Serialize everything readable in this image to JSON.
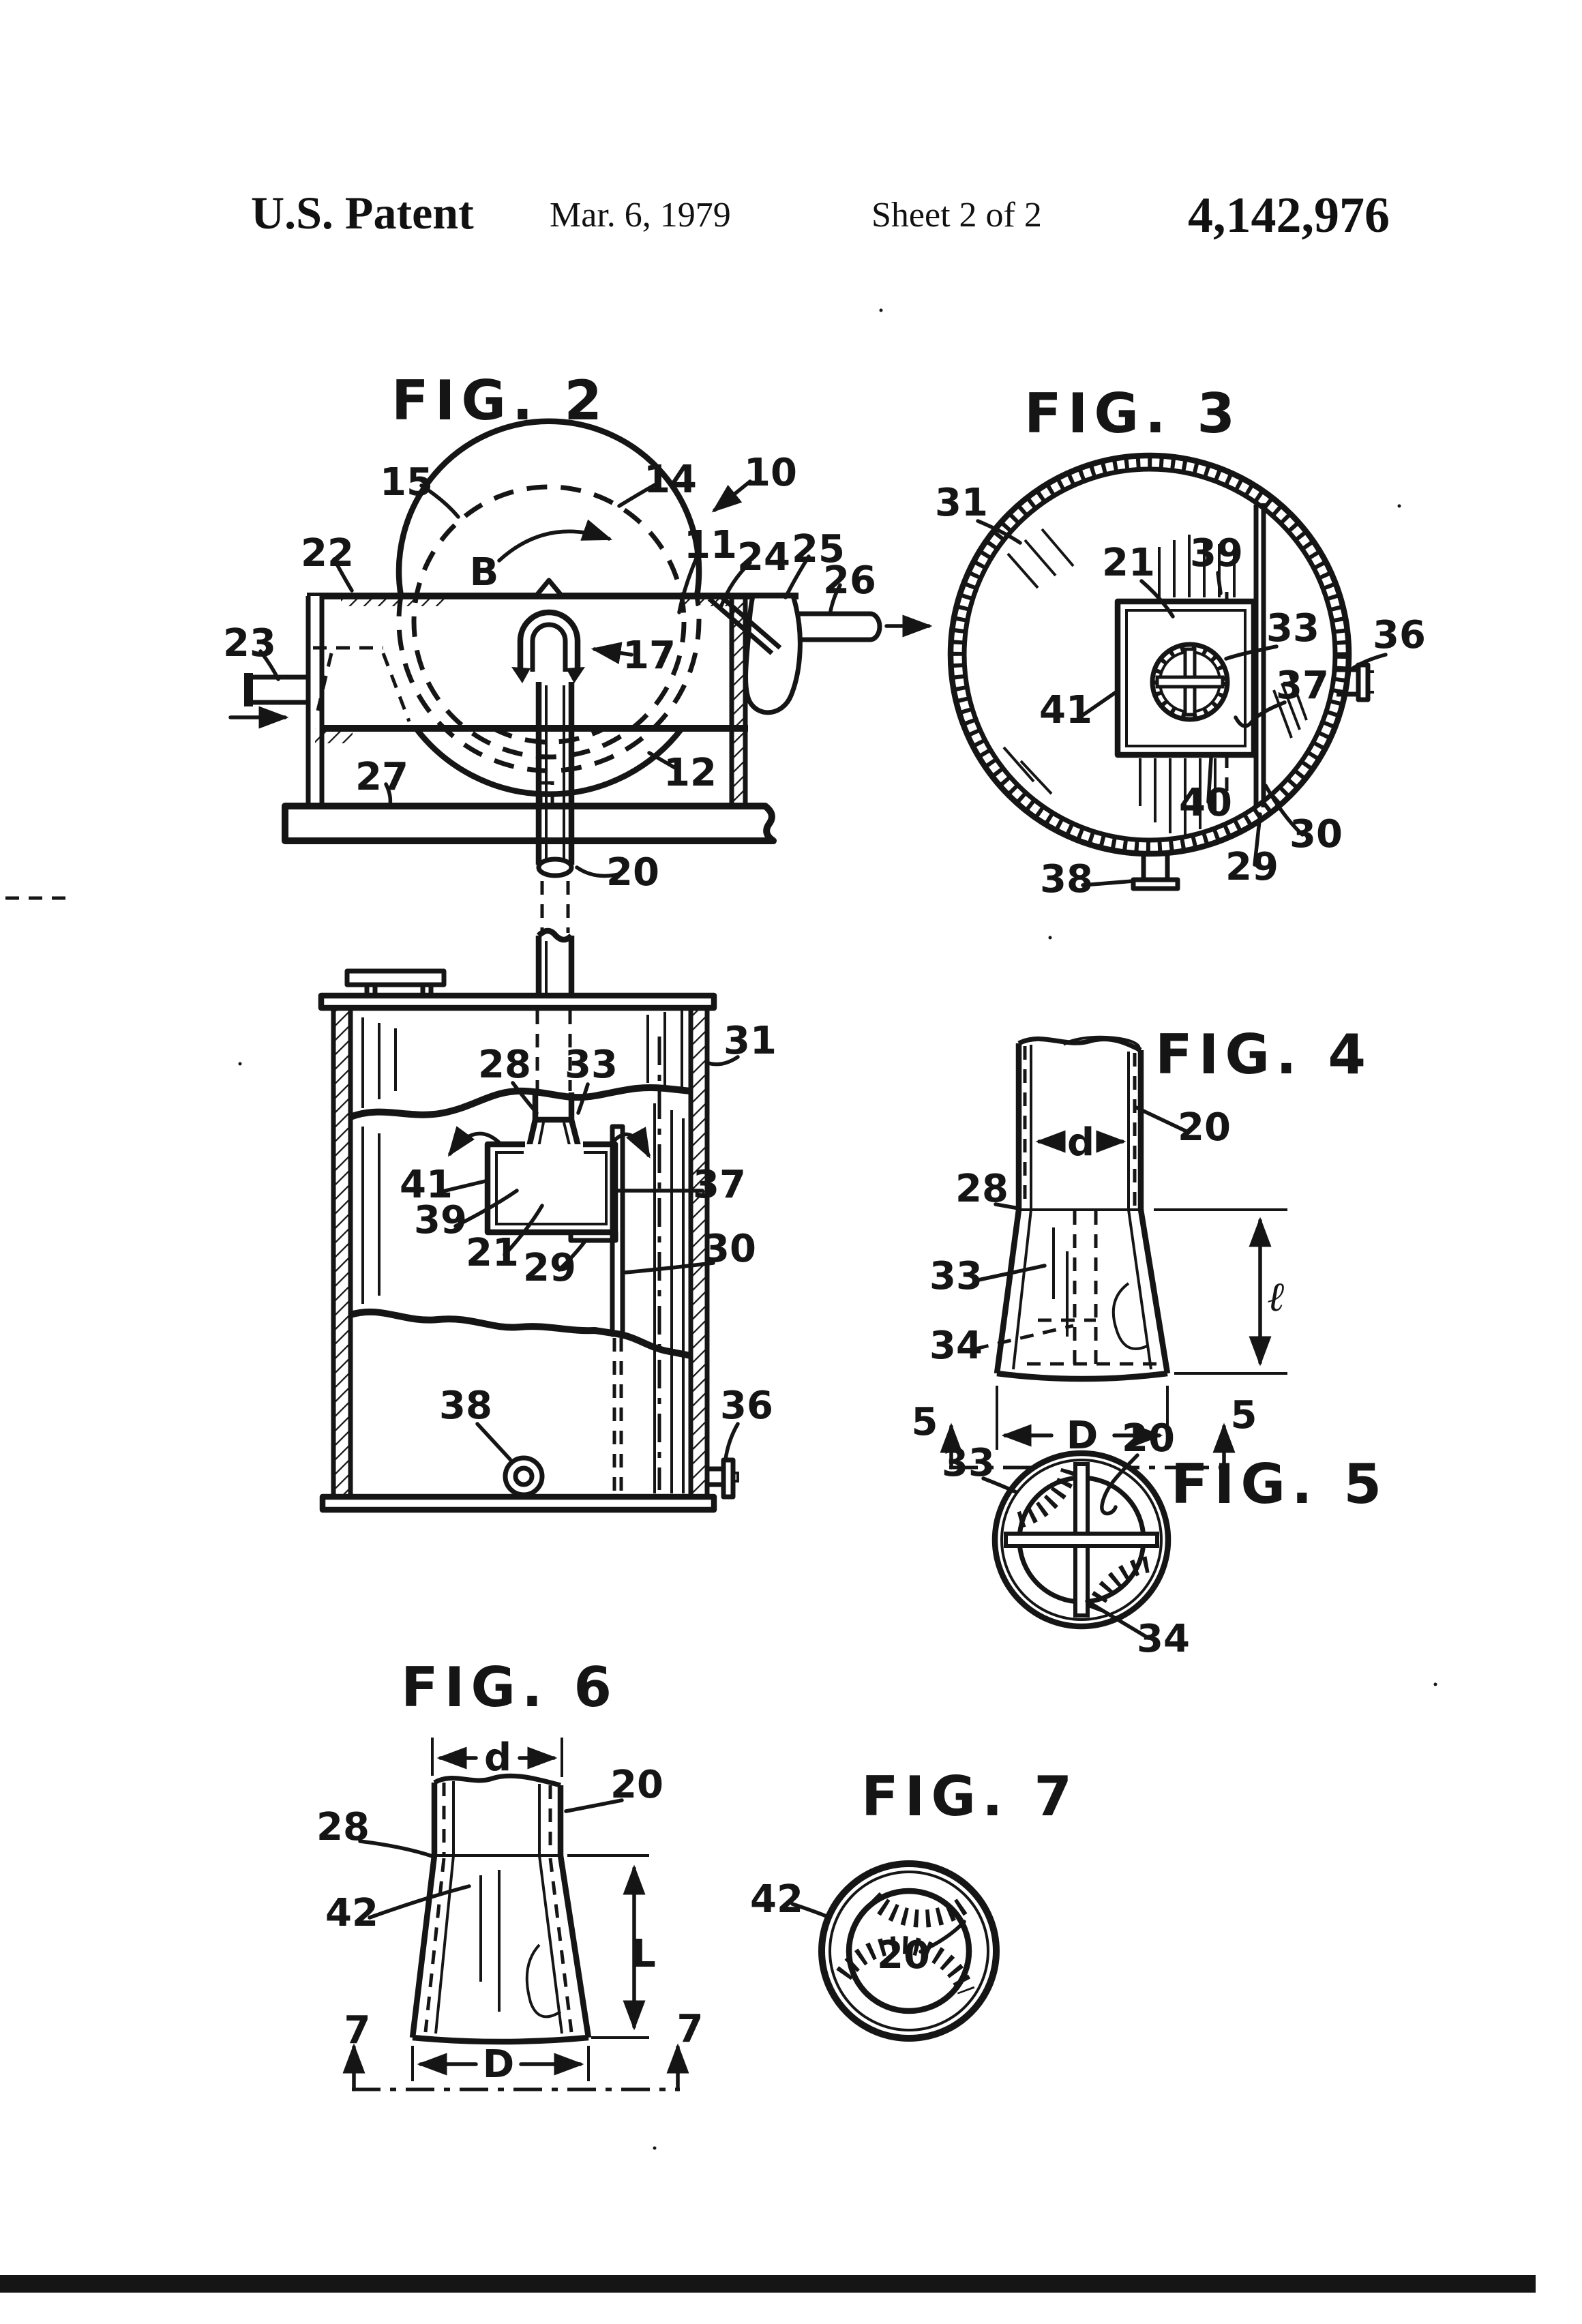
{
  "header": {
    "title": "U.S. Patent",
    "date": "Mar. 6, 1979",
    "sheet": "Sheet 2 of 2",
    "patent_number": "4,142,976"
  },
  "figures": {
    "fig2": {
      "title": "FIG. 2",
      "refs": {
        "r10": "10",
        "r11": "11",
        "r12": "12",
        "r14": "14",
        "r15": "15",
        "r17": "17",
        "r20": "20",
        "r22": "22",
        "r23": "23",
        "r24": "24",
        "r25": "25",
        "r26": "26",
        "r27": "27",
        "rB": "B"
      },
      "tank_refs": {
        "r21": "21",
        "r28": "28",
        "r29": "29",
        "r30": "30",
        "r31": "31",
        "r33": "33",
        "r36": "36",
        "r37": "37",
        "r38": "38",
        "r39": "39",
        "r41": "41"
      }
    },
    "fig3": {
      "title": "FIG. 3",
      "refs": {
        "r21": "21",
        "r29": "29",
        "r30": "30",
        "r31": "31",
        "r33": "33",
        "r36": "36",
        "r37": "37",
        "r38": "38",
        "r39": "39",
        "r40": "40",
        "r41": "41"
      }
    },
    "fig4": {
      "title": "FIG. 4",
      "refs": {
        "r20": "20",
        "r28": "28",
        "r33": "33",
        "r34": "34"
      },
      "dims": {
        "d": "d",
        "ell": "ℓ",
        "D": "D"
      },
      "section_marker": "5"
    },
    "fig5": {
      "title": "FIG. 5",
      "refs": {
        "r20": "20",
        "r33": "33",
        "r34": "34"
      }
    },
    "fig6": {
      "title": "FIG. 6",
      "refs": {
        "r20": "20",
        "r28": "28",
        "r42": "42"
      },
      "dims": {
        "d": "d",
        "L": "L",
        "D": "D"
      },
      "section_marker": "7"
    },
    "fig7": {
      "title": "FIG. 7",
      "refs": {
        "r20": "20",
        "r42": "42"
      }
    }
  }
}
